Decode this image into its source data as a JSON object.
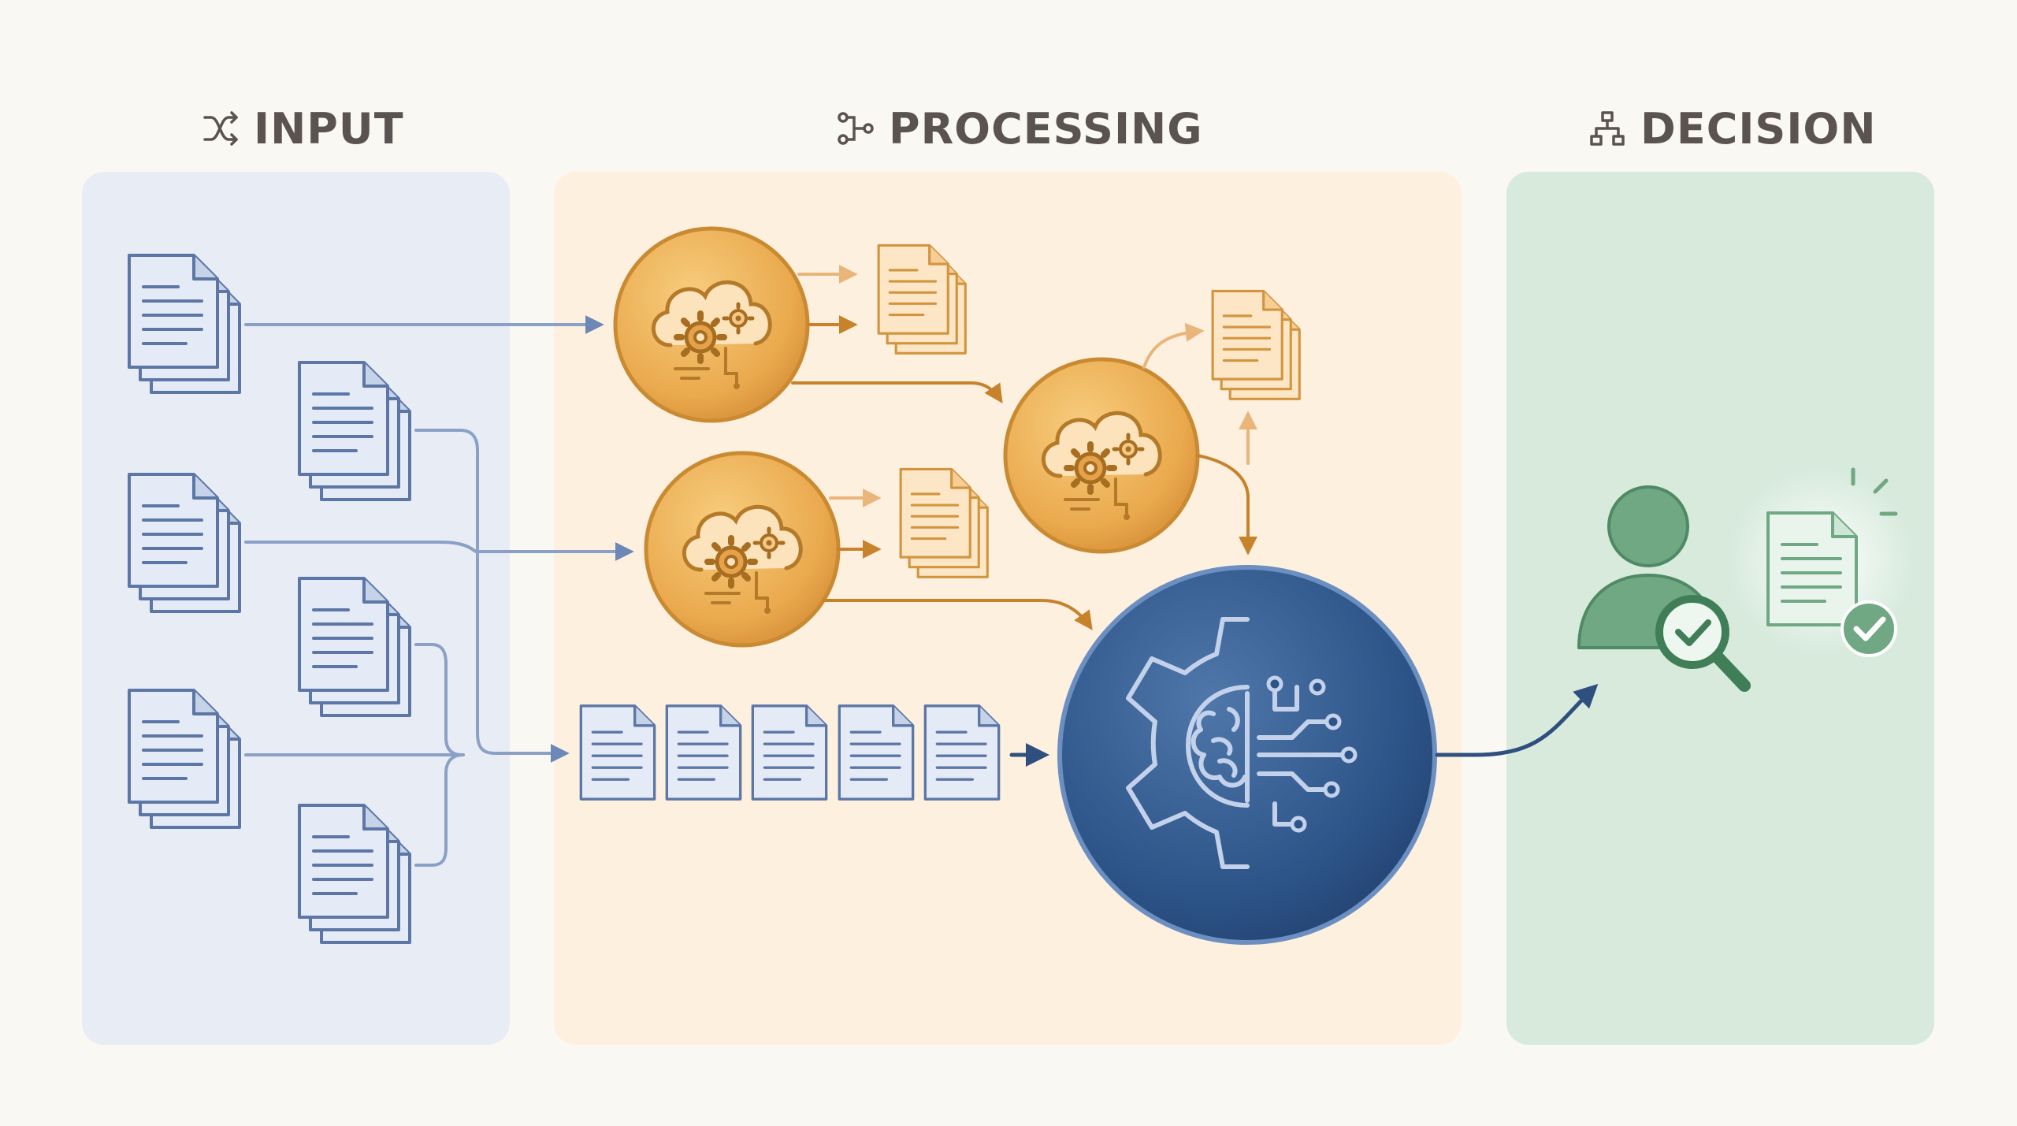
{
  "columns": {
    "input": {
      "title": "INPUT",
      "icon": "shuffle-icon",
      "tint": "#e8edf5"
    },
    "processing": {
      "title": "PROCESSING",
      "icon": "flow-nodes-icon",
      "tint": "#fdf0df"
    },
    "decision": {
      "title": "DECISION",
      "icon": "hierarchy-icon",
      "tint": "#d6eadc"
    }
  },
  "colors": {
    "document_blue": "#e5ebf6",
    "document_stroke": "#5c76a5",
    "orange_node": "#edb45a",
    "orange_stroke": "#c78a2c",
    "ai_engine": "#2d5488",
    "green_accent": "#6fa883"
  },
  "nodes": {
    "input_document_stacks": 6,
    "cloud_processors": 3,
    "queued_documents": 5,
    "ai_engine": "brain-gear-icon",
    "reviewer": "user-magnify-check-icon",
    "approved_output": "document-check-icon"
  }
}
